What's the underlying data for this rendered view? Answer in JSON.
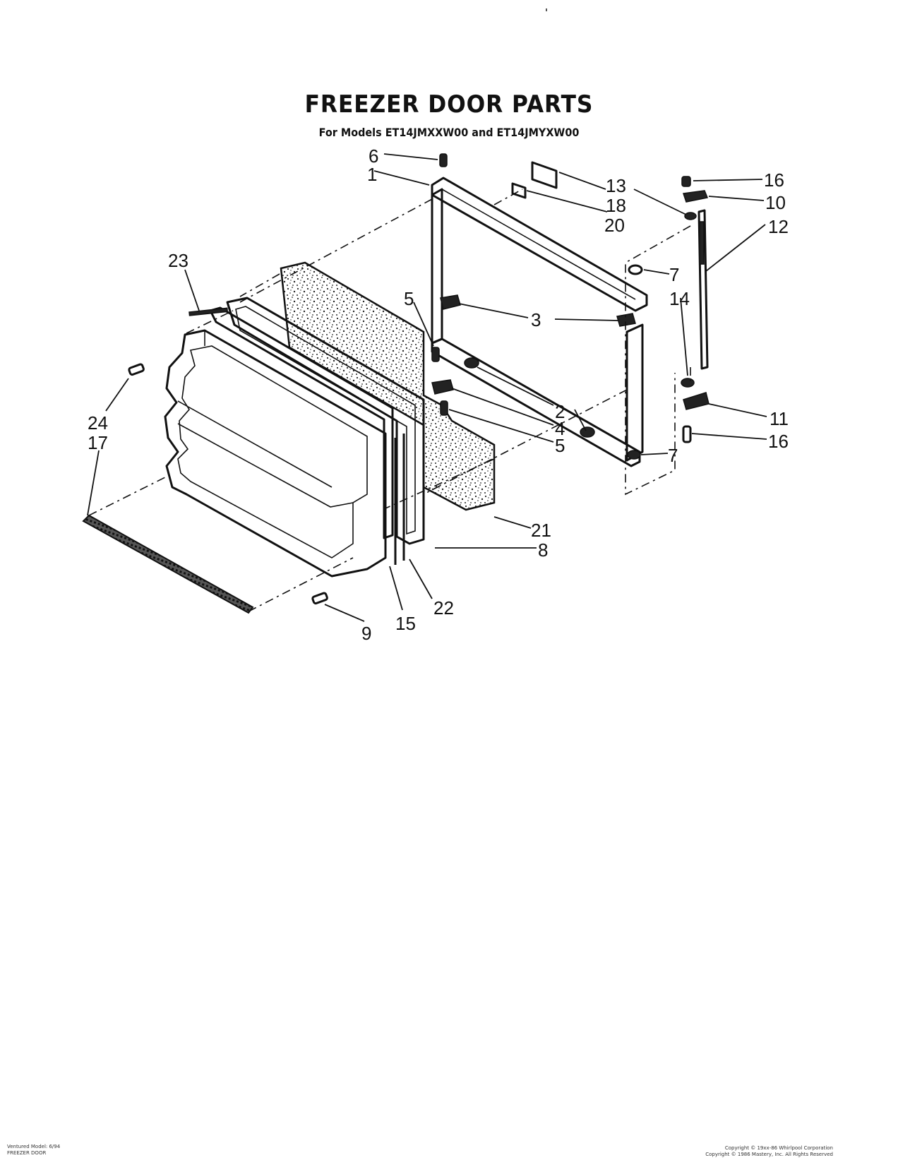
{
  "title": "FREEZER DOOR PARTS",
  "subtitle": "For Models ET14JMXXW00 and ET14JMYXW00",
  "callouts": [
    {
      "id": "c6",
      "label": "6"
    },
    {
      "id": "c1",
      "label": "1"
    },
    {
      "id": "c13",
      "label": "13"
    },
    {
      "id": "c18",
      "label": "18"
    },
    {
      "id": "c20",
      "label": "20"
    },
    {
      "id": "c16a",
      "label": "16"
    },
    {
      "id": "c10",
      "label": "10"
    },
    {
      "id": "c12",
      "label": "12"
    },
    {
      "id": "c7a",
      "label": "7"
    },
    {
      "id": "c23",
      "label": "23"
    },
    {
      "id": "c5a",
      "label": "5"
    },
    {
      "id": "c3",
      "label": "3"
    },
    {
      "id": "c14",
      "label": "14"
    },
    {
      "id": "c2",
      "label": "2"
    },
    {
      "id": "c4",
      "label": "4"
    },
    {
      "id": "c5b",
      "label": "5"
    },
    {
      "id": "c11",
      "label": "11"
    },
    {
      "id": "c16b",
      "label": "16"
    },
    {
      "id": "c7b",
      "label": "7"
    },
    {
      "id": "c24",
      "label": "24"
    },
    {
      "id": "c17",
      "label": "17"
    },
    {
      "id": "c21",
      "label": "21"
    },
    {
      "id": "c8",
      "label": "8"
    },
    {
      "id": "c22",
      "label": "22"
    },
    {
      "id": "c15",
      "label": "15"
    },
    {
      "id": "c9",
      "label": "9"
    }
  ],
  "footer_left": [
    "Ventured Model: 6/94",
    "FREEZER DOOR"
  ],
  "footer_right": [
    "Copyright © 19xx-86 Whirlpool Corporation",
    "Copyright © 1986 Mastery, Inc. All Rights Reserved"
  ],
  "colors": {
    "ink": "#111111",
    "paper": "#ffffff"
  }
}
